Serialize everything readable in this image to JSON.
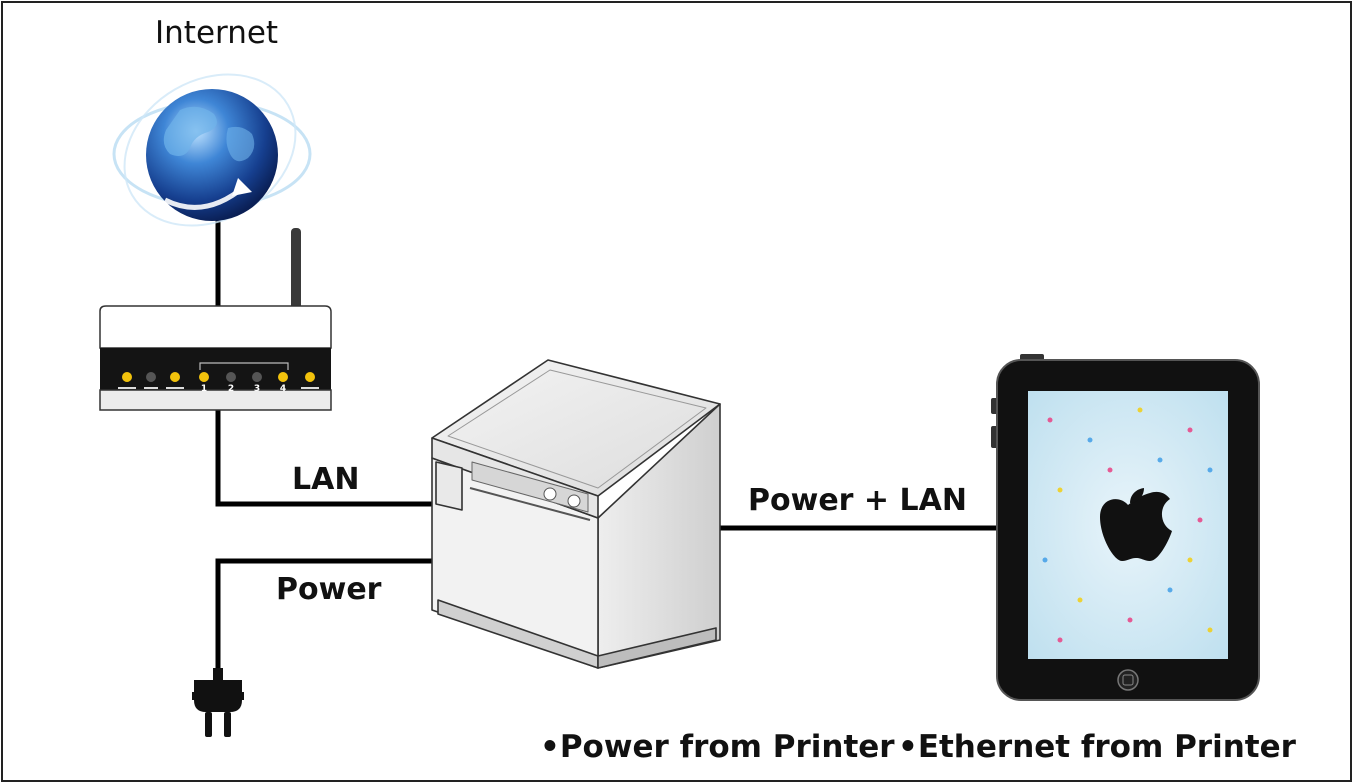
{
  "labels": {
    "internet": "Internet",
    "lan": "LAN",
    "power": "Power",
    "power_lan": "Power + LAN"
  },
  "bullets": [
    "•Power from Printer",
    "•Ethernet from Printer"
  ],
  "router": {
    "port_labels": [
      "1",
      "2",
      "3",
      "4"
    ]
  },
  "colors": {
    "cable": "#000000",
    "led_on": "#f2c20c",
    "globe": "#1d4fa3",
    "tablet_screen": "#cfe8f3"
  },
  "icons": [
    "globe-icon",
    "router-icon",
    "printer-icon",
    "tablet-icon",
    "power-plug-icon",
    "apple-logo-icon"
  ]
}
